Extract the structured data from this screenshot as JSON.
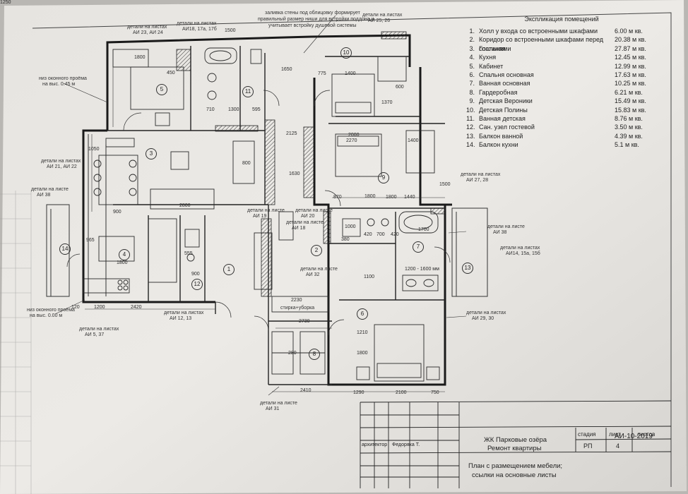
{
  "legend": {
    "title": "Экспликация помещений",
    "rows": [
      {
        "num": "1.",
        "name": "Холл у входа  со встроенными шкафами",
        "area": "6.00 м кв."
      },
      {
        "num": "2.",
        "name": "Коридор  со встроенными шкафами  перед спальнями",
        "area": "20.38 м кв."
      },
      {
        "num": "3.",
        "name": "Гостиная",
        "area": "27.87 м кв."
      },
      {
        "num": "4.",
        "name": "Кухня",
        "area": "12.45 м кв."
      },
      {
        "num": "5.",
        "name": "Кабинет",
        "area": "12.99 м кв."
      },
      {
        "num": "6.",
        "name": "Спальня основная",
        "area": "17.63 м кв."
      },
      {
        "num": "7.",
        "name": "Ванная основная",
        "area": "10.25 м кв."
      },
      {
        "num": "8.",
        "name": "Гардеробная",
        "area": "6.21 м кв."
      },
      {
        "num": "9.",
        "name": "Детская Вероники",
        "area": "15.49 м кв."
      },
      {
        "num": "10.",
        "name": "Детская Полины",
        "area": "15.83 м кв."
      },
      {
        "num": "11.",
        "name": "Ванная детская",
        "area": "8.76 м кв."
      },
      {
        "num": "12.",
        "name": "Сан. узел гостевой",
        "area": "3.50 м кв."
      },
      {
        "num": "13.",
        "name": "Балкон ванной",
        "area": "4.39 м кв."
      },
      {
        "num": "14.",
        "name": "Балкон кухни",
        "area": "5.1 м кв."
      }
    ]
  },
  "title_block": {
    "code": "АИ-10-2019",
    "project_line1": "ЖК Парковые озёра",
    "project_line2": "Ремонт  квартиры",
    "role": "архитектор",
    "person": "Федоряка Т.",
    "stage_hdr": "стадия",
    "sheet_hdr": "лист",
    "sheets_hdr": "листов",
    "stage": "РП",
    "sheet": "4",
    "sheet_title_1": "План с размещением мебели;",
    "sheet_title_2": "ссылки на основные листы"
  },
  "notes": {
    "wall_note_1": "заливка стены под облицовку формирует",
    "wall_note_2": "правильный размер ниши для встройки поддона и",
    "wall_note_3": "учитывает  встройку душевой системы",
    "sill_top_1": "низ оконного проёма",
    "sill_top_2": "на выс. 0.45 м",
    "sill_bottom_1": "низ оконного проёма",
    "sill_bottom_2": "на выс. 0.00 м",
    "closet": "стирка+уборка"
  },
  "refs": [
    {
      "t": "детали на листах",
      "s": "АИ 23, АИ 24"
    },
    {
      "t": "детали на листах",
      "s": "АИ18, 17а, 17б"
    },
    {
      "t": "детали на листах",
      "s": "АИ 25, 26"
    },
    {
      "t": "детали на листах",
      "s": "АИ 21, АИ 22"
    },
    {
      "t": "детали на листе",
      "s": "АИ 38"
    },
    {
      "t": "детали на листах",
      "s": "АИ 27, 28"
    },
    {
      "t": "детали на листе",
      "s": "АИ 19"
    },
    {
      "t": "детали на листе",
      "s": "АИ 20"
    },
    {
      "t": "детали на листе",
      "s": "АИ 18"
    },
    {
      "t": "детали на листе",
      "s": "АИ 38"
    },
    {
      "t": "детали на листах",
      "s": "АИ14, 15а, 15б"
    },
    {
      "t": "детали на листе",
      "s": "АИ 32"
    },
    {
      "t": "детали на листах",
      "s": "АИ 12, 13"
    },
    {
      "t": "детали на листах",
      "s": "АИ 5, 37"
    },
    {
      "t": "детали на листах",
      "s": "АИ 29, 30"
    },
    {
      "t": "детали на листе",
      "s": "АИ 31"
    }
  ],
  "rooms": [
    "1",
    "2",
    "3",
    "4",
    "5",
    "6",
    "7",
    "8",
    "9",
    "10",
    "11",
    "12",
    "13",
    "14"
  ],
  "dims": [
    "1500",
    "1800",
    "1650",
    "450",
    "775",
    "1400",
    "1370",
    "600",
    "2000",
    "2270",
    "1400",
    "1800",
    "870",
    "1800",
    "1440",
    "1000",
    "420",
    "700",
    "420",
    "1700",
    "1200 - 1600 мм",
    "1100",
    "2800",
    "965",
    "1800",
    "2420",
    "1200",
    "120",
    "2730",
    "280",
    "1800",
    "2410",
    "1290",
    "2100",
    "750",
    "2230",
    "1300",
    "710",
    "595",
    "1050",
    "900",
    "800",
    "2125",
    "1630",
    "1500",
    "555",
    "900",
    "1210",
    "380",
    "1250"
  ]
}
